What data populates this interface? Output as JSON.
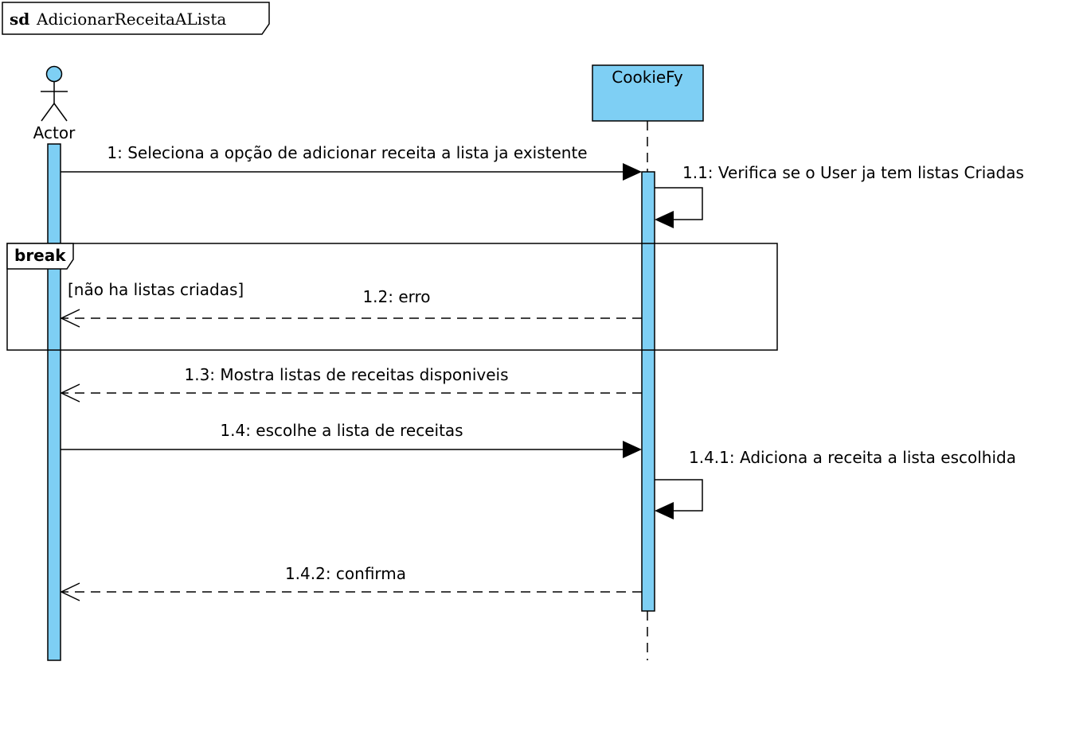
{
  "diagram": {
    "frame_keyword": "sd",
    "frame_name": "AdicionarReceitaALista",
    "actor_label": "Actor",
    "lifeline_label": "CookieFy",
    "fragment_operator": "break",
    "fragment_guard": "[não ha listas criadas]",
    "fill_color": "#7ecff4",
    "line_color": "#000000"
  },
  "messages": [
    {
      "id": "m1",
      "label": "1: Seleciona a opção de adicionar receita a lista ja existente",
      "kind": "sync"
    },
    {
      "id": "m11",
      "label": "1.1: Verifica se o User ja tem listas Criadas",
      "kind": "self"
    },
    {
      "id": "m12",
      "label": "1.2: erro",
      "kind": "reply"
    },
    {
      "id": "m13",
      "label": "1.3: Mostra listas de receitas disponiveis",
      "kind": "reply"
    },
    {
      "id": "m14",
      "label": "1.4: escolhe a lista de receitas",
      "kind": "sync"
    },
    {
      "id": "m141",
      "label": "1.4.1: Adiciona a receita a lista escolhida",
      "kind": "self"
    },
    {
      "id": "m142",
      "label": "1.4.2: confirma",
      "kind": "reply"
    }
  ]
}
